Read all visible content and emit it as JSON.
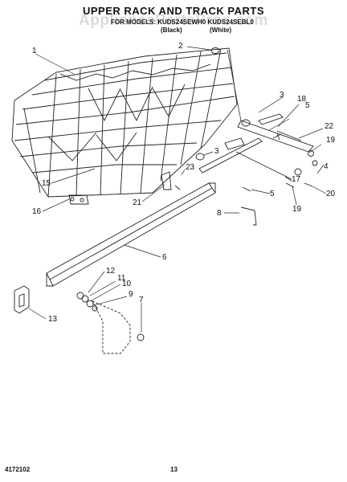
{
  "title": "UPPER RACK AND TRACK PARTS",
  "subtitle": {
    "models": "FOR MODELS: KUDS24SEWH0 KUDS24SEBL0",
    "color1": "(Black)",
    "color2": "(White)"
  },
  "watermark": "AppliancePartsPros.com",
  "footer": {
    "part_number": "4172102",
    "page": "13"
  },
  "callouts": [
    "1",
    "2",
    "3",
    "18",
    "5",
    "22",
    "19",
    "3",
    "23",
    "17",
    "4",
    "15",
    "21",
    "5",
    "20",
    "19",
    "16",
    "8",
    "6",
    "12",
    "11",
    "10",
    "9",
    "7",
    "13"
  ]
}
